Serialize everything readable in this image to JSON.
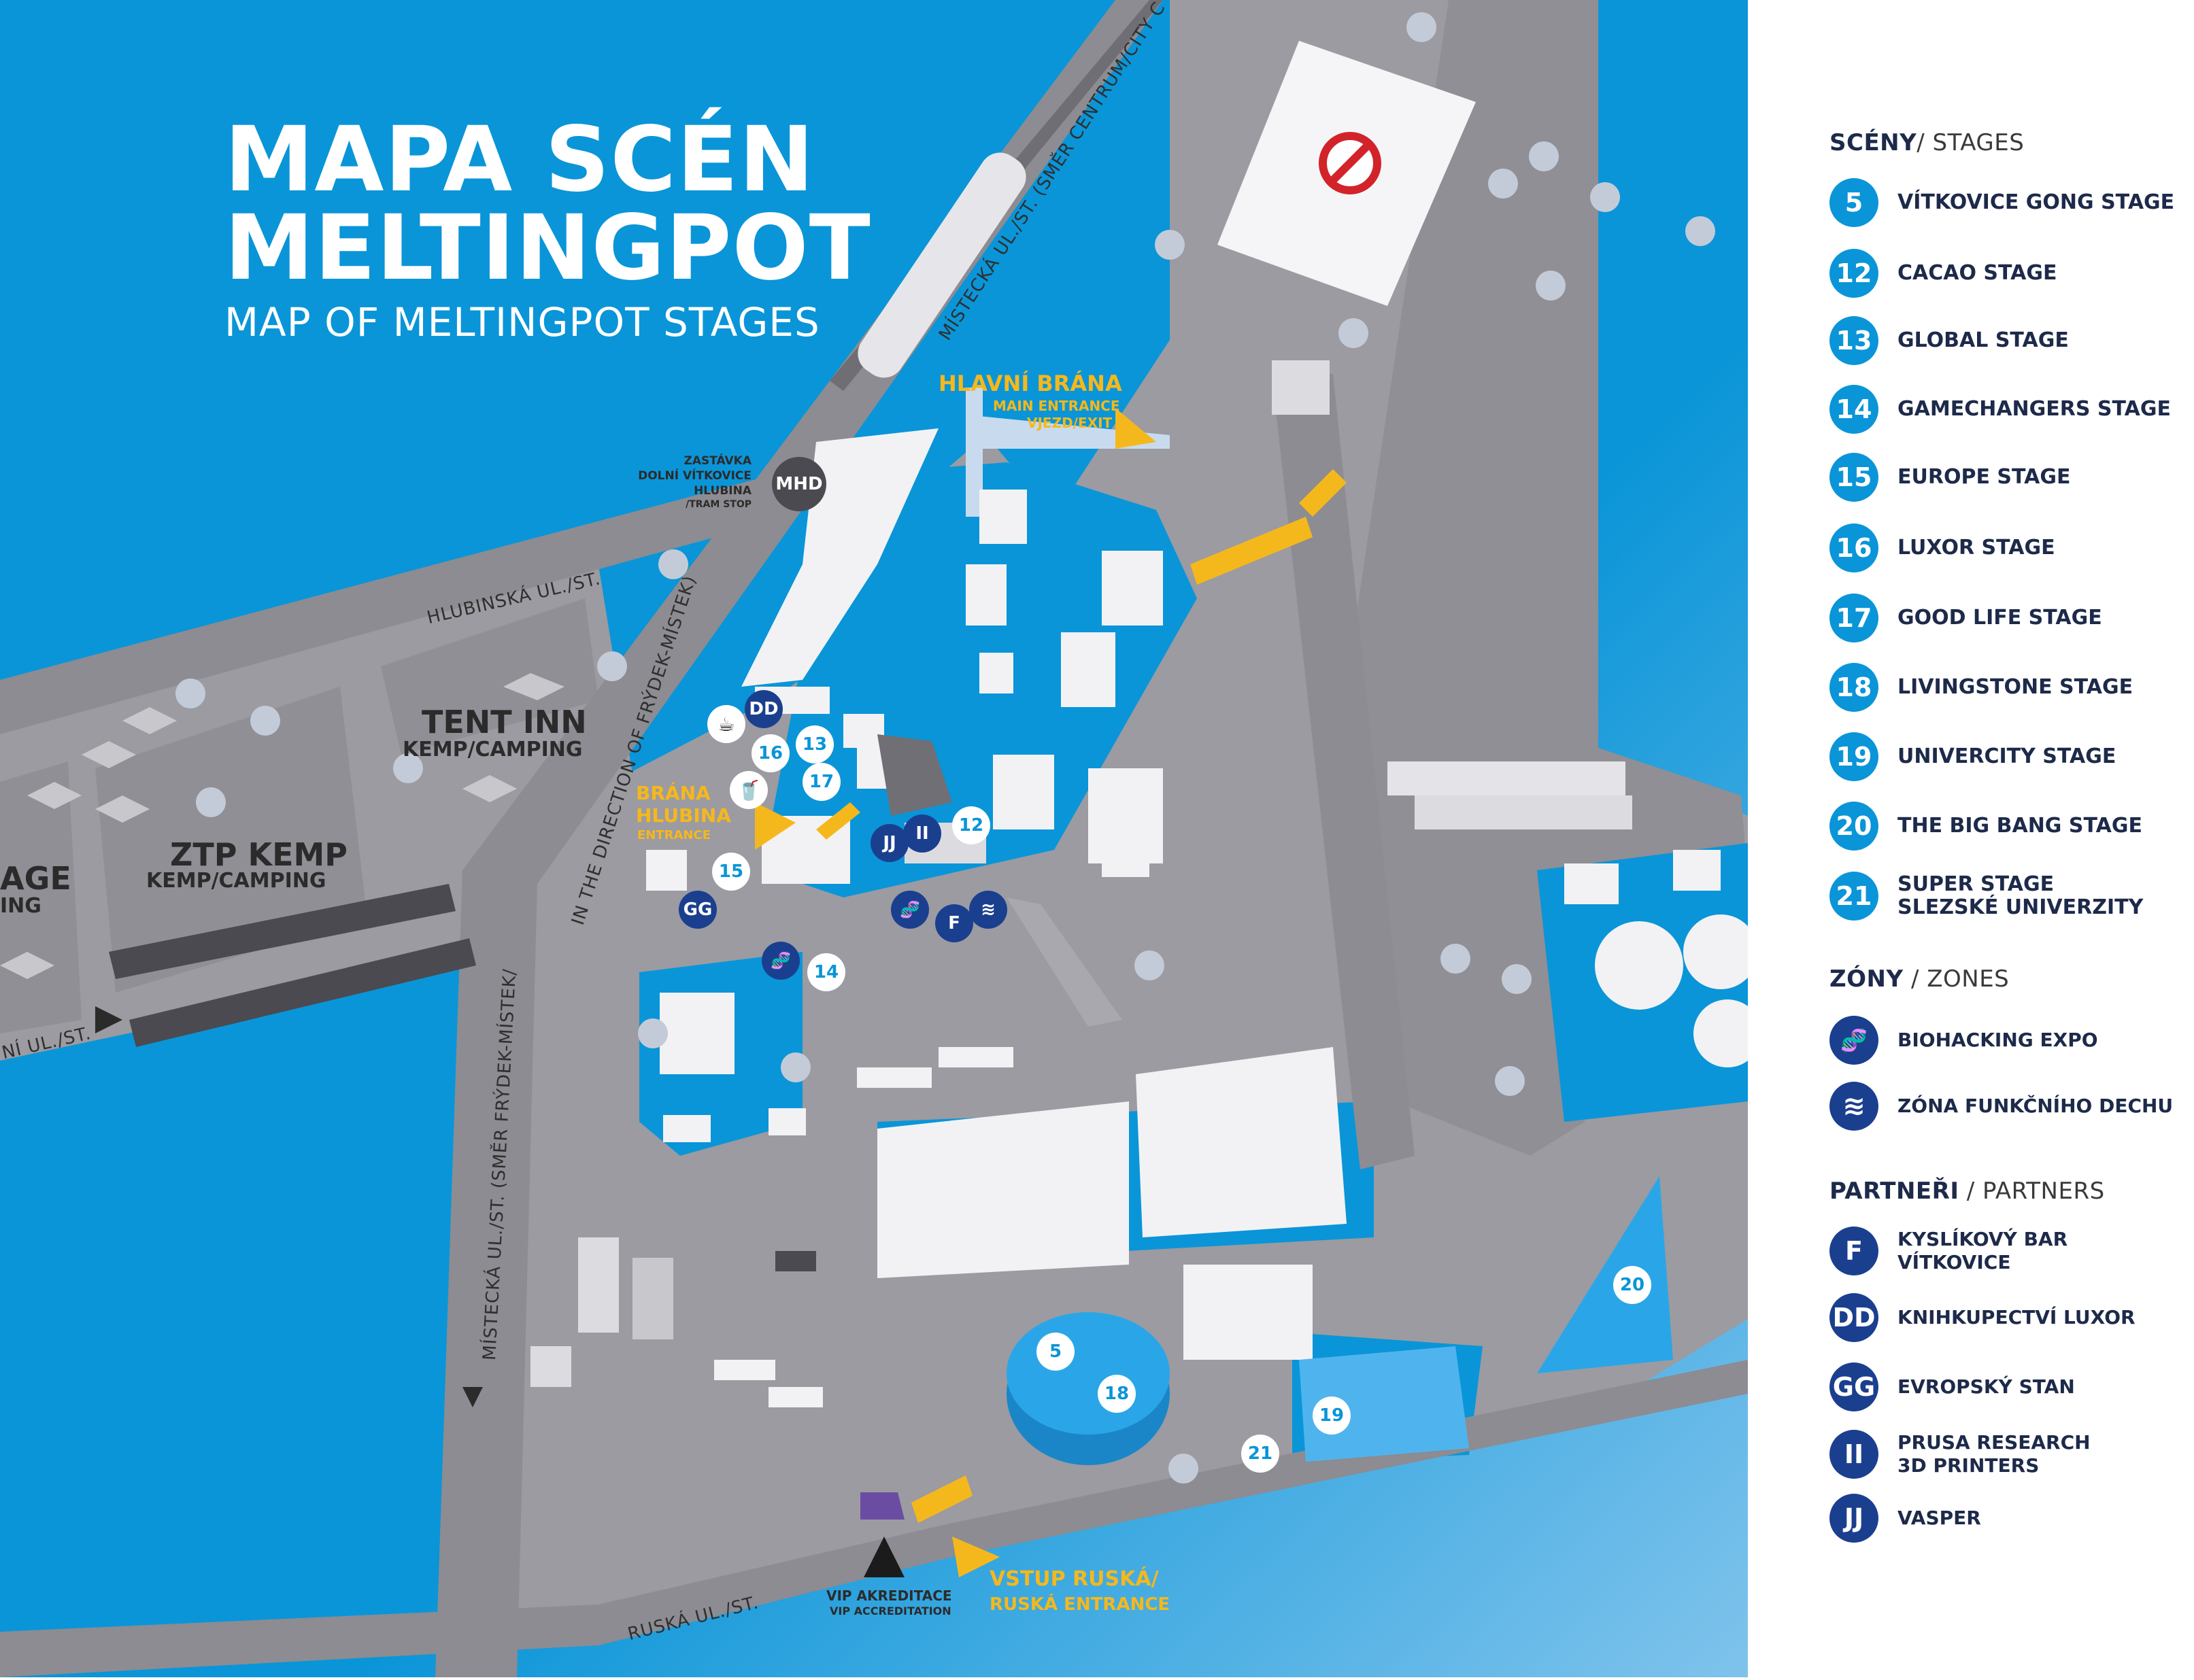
{
  "title": {
    "line1": "MAPA SCÉN",
    "line2": "MELTINGPOT",
    "subtitle": "MAP OF MELTINGPOT STAGES"
  },
  "map_labels": {
    "hlavni_brana": "HLAVNÍ BRÁNA",
    "main_entrance": "MAIN ENTRANCE",
    "vjezd_exit": "VJEZD/EXIT",
    "brana_hlubina_1": "BRÁNA",
    "brana_hlubina_2": "HLUBINA",
    "brana_entrance": "ENTRANCE",
    "tram_stop_1": "ZASTÁVKA",
    "tram_stop_2": "DOLNÍ VÍTKOVICE",
    "tram_stop_3": "HLUBINA",
    "tram_stop_4": "/TRAM STOP",
    "mhd": "MHD",
    "tent_inn": "TENT INN",
    "tent_inn_sub": "KEMP/CAMPING",
    "ztp_kemp": "ZTP KEMP",
    "ztp_kemp_sub": "KEMP/CAMPING",
    "stage_cut": "AGE",
    "ing_cut": "ING",
    "vip_1": "VIP AKREDITACE",
    "vip_2": "VIP ACCREDITATION",
    "vstup_1": "VSTUP RUSKÁ/",
    "vstup_2": "RUSKÁ ENTRANCE"
  },
  "streets": {
    "mistecka_top": "MÍSTECKÁ UL./ST. (SMĚR CENTRUM/CITY C",
    "hlubinska": "HLUBINSKÁ UL./ST.",
    "direction": "IN THE DIRECTION OF FRÝDEK-MÍSTEK)",
    "mistecka_bottom": "MÍSTECKÁ UL./ST. (SMĚR FRÝDEK-MÍSTEK/",
    "ni_ul": "NÍ UL./ST.",
    "ruska": "RUSKÁ UL./ST."
  },
  "markers": {
    "m5": "5",
    "m12": "12",
    "m13": "13",
    "m14": "14",
    "m15": "15",
    "m16": "16",
    "m17": "17",
    "m18": "18",
    "m19": "19",
    "m20": "20",
    "m21": "21",
    "dd": "DD",
    "gg": "GG",
    "jj": "JJ",
    "ii": "II",
    "f": "F"
  },
  "legend": {
    "stages_head": "SCÉNY",
    "stages_head_en": "/ STAGES",
    "stages": [
      {
        "num": "5",
        "name": "VÍTKOVICE GONG STAGE"
      },
      {
        "num": "12",
        "name": "CACAO STAGE"
      },
      {
        "num": "13",
        "name": "GLOBAL STAGE"
      },
      {
        "num": "14",
        "name": "GAMECHANGERS STAGE"
      },
      {
        "num": "15",
        "name": "EUROPE STAGE"
      },
      {
        "num": "16",
        "name": "LUXOR STAGE"
      },
      {
        "num": "17",
        "name": "GOOD LIFE STAGE"
      },
      {
        "num": "18",
        "name": "LIVINGSTONE STAGE"
      },
      {
        "num": "19",
        "name": "UNIVERCITY STAGE"
      },
      {
        "num": "20",
        "name": "THE BIG BANG STAGE"
      },
      {
        "num": "21",
        "name_1": "SUPER STAGE",
        "name_2": "SLEZSKÉ UNIVERZITY"
      }
    ],
    "zones_head": "ZÓNY",
    "zones_head_en": "/ ZONES",
    "zones": [
      {
        "icon": "dna-icon",
        "name": "BIOHACKING EXPO"
      },
      {
        "icon": "wind-icon",
        "name": "ZÓNA FUNKČNÍHO DECHU"
      }
    ],
    "partners_head": "PARTNEŘI",
    "partners_head_en": "/ PARTNERS",
    "partners": [
      {
        "code": "F",
        "name_1": "KYSLÍKOVÝ BAR",
        "name_2": "VÍTKOVICE"
      },
      {
        "code": "DD",
        "name_1": "KNIHKUPECTVÍ LUXOR",
        "name_2": ""
      },
      {
        "code": "GG",
        "name_1": "EVROPSKÝ STAN",
        "name_2": ""
      },
      {
        "code": "II",
        "name_1": "PRUSA RESEARCH",
        "name_2": "3D PRINTERS"
      },
      {
        "code": "JJ",
        "name_1": "VASPER",
        "name_2": ""
      }
    ]
  },
  "colors": {
    "water": "#0a95d8",
    "land": "#9b9ba1",
    "road": "#8c8c92",
    "building": "#f2f2f4",
    "accent_yellow": "#f5b81c",
    "partner_dark": "#1b3f8f"
  }
}
